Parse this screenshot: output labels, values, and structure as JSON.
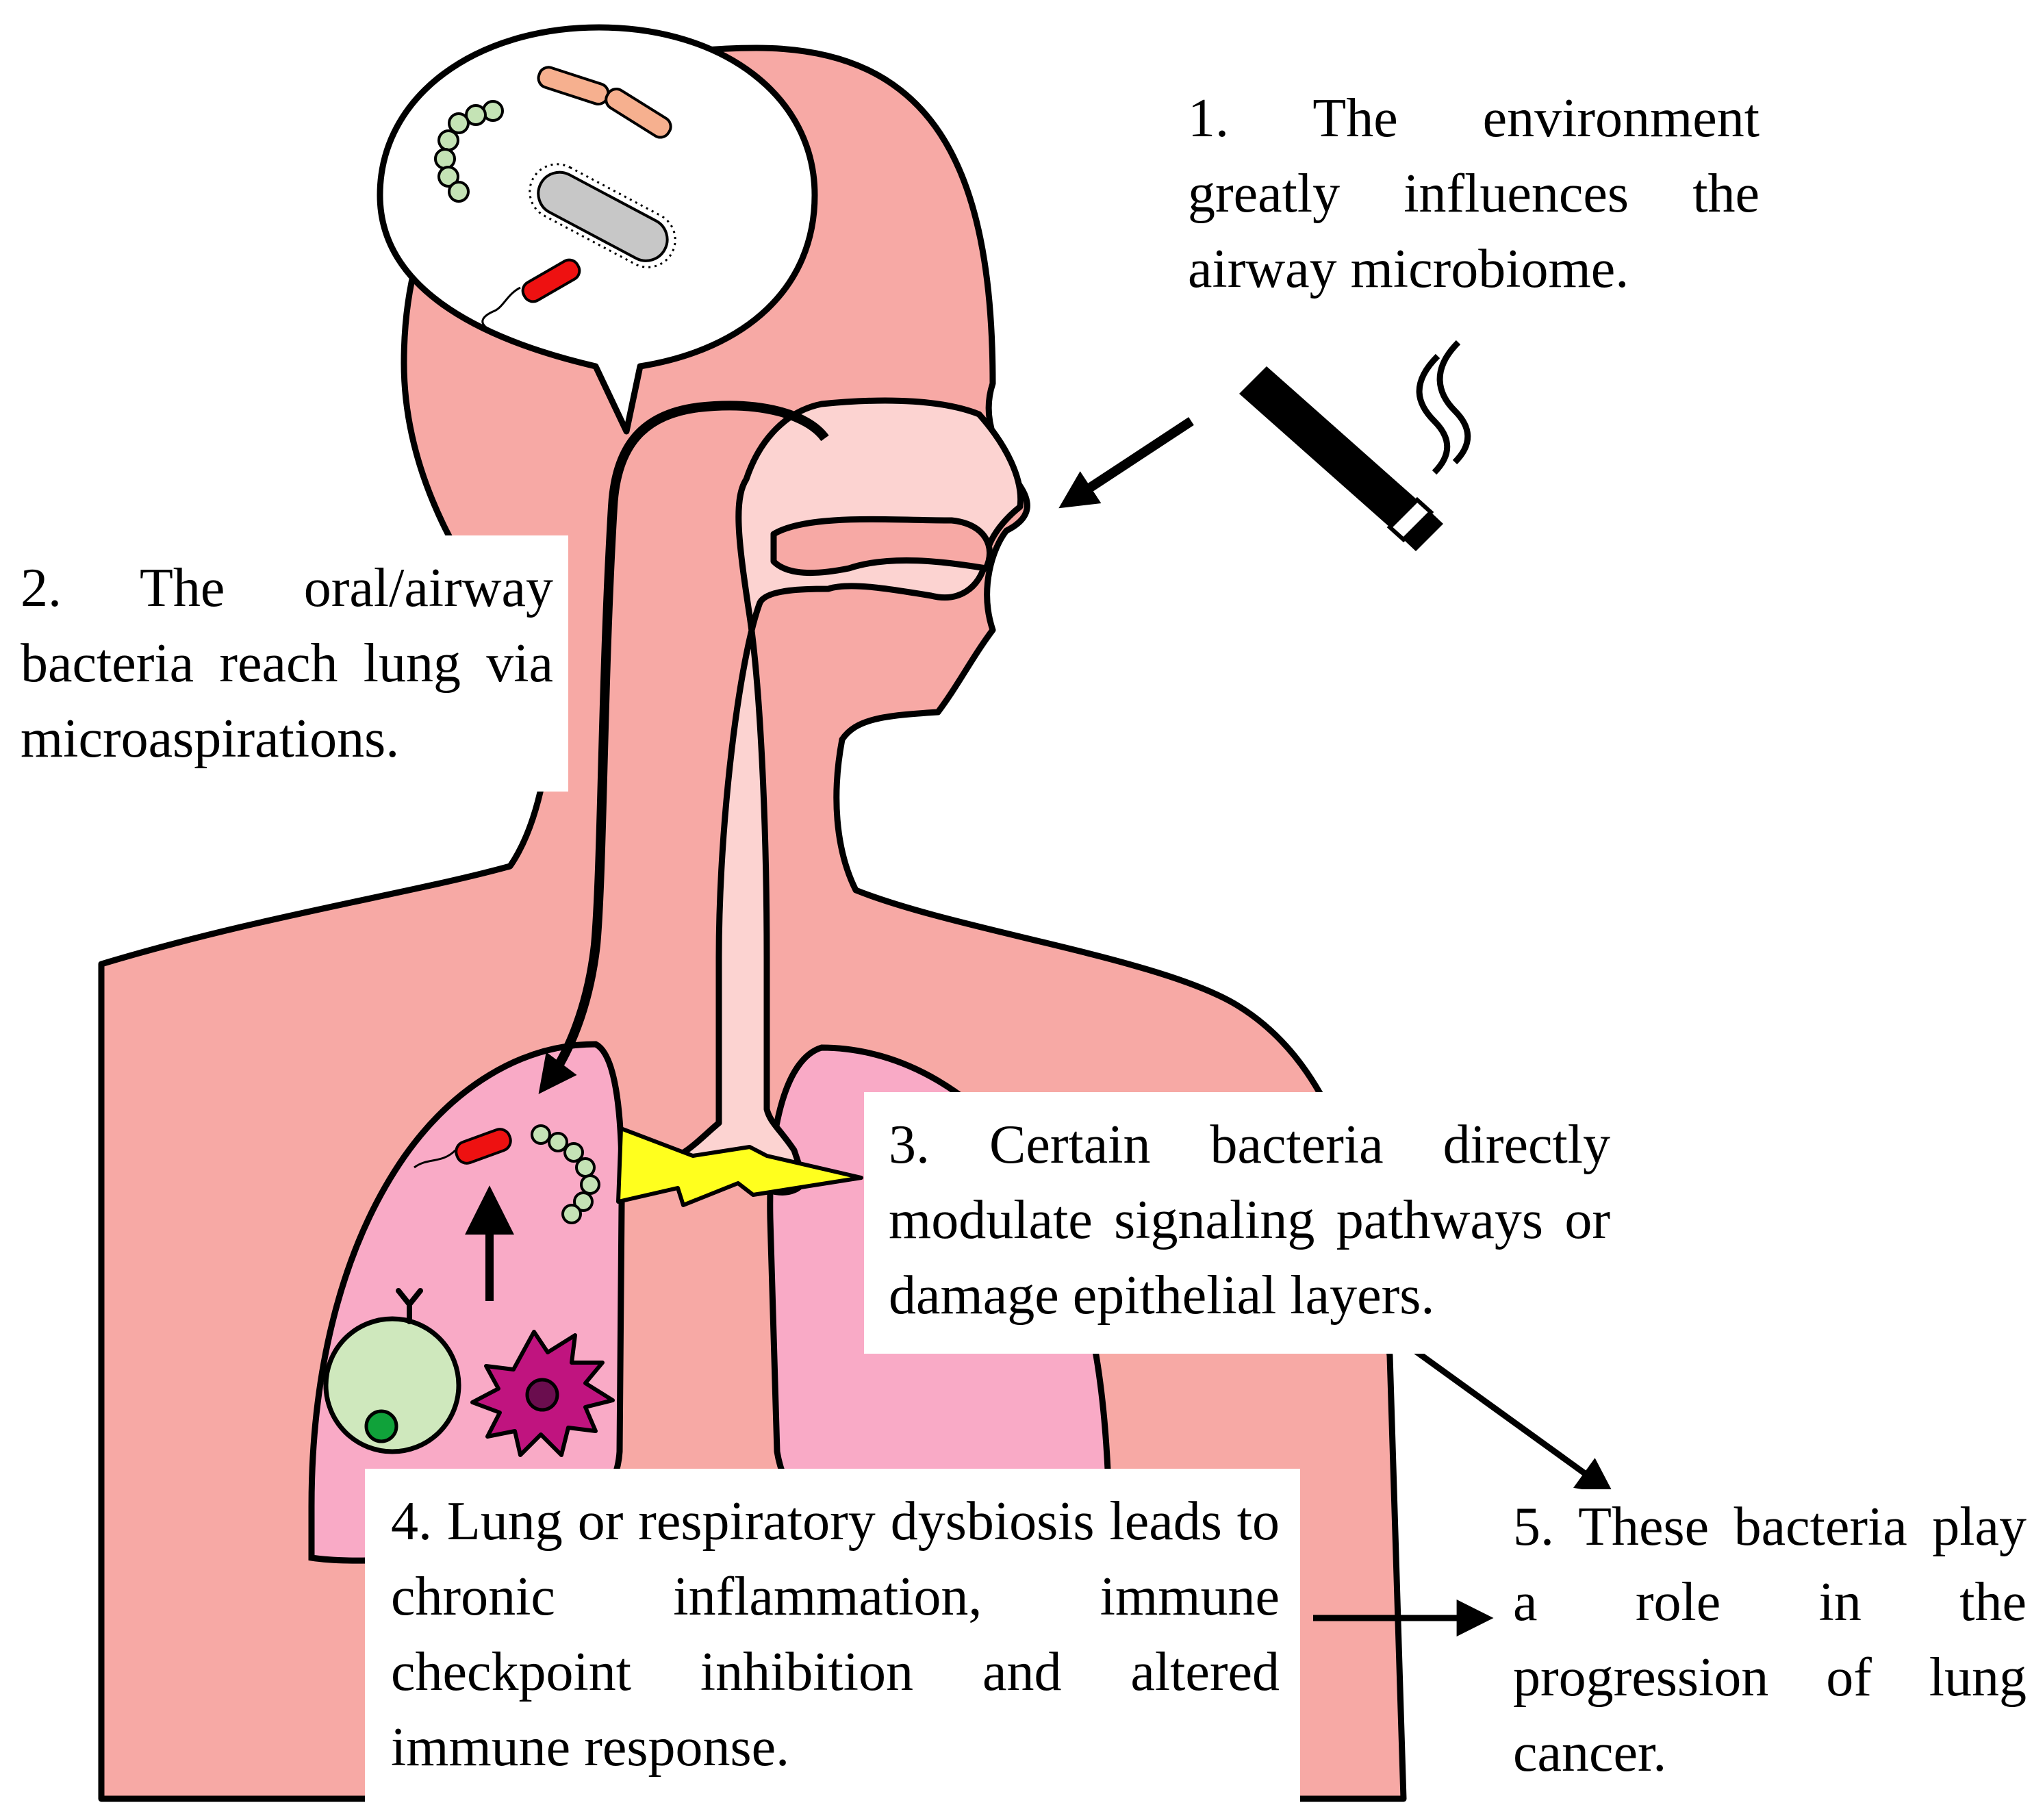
{
  "callouts": {
    "step1": "1. The environment greatly influences the airway microbiome.",
    "step2": "2. The oral/airway bacteria reach lung via microaspirations.",
    "step3": "3. Certain bacteria directly modulate signaling pathways or damage epithelial layers.",
    "step4": "4. Lung or respiratory dysbiosis leads to chronic inflammation, immune checkpoint inhibition and altered immune response.",
    "step5": "5. These bacteria play a role in the progression of lung cancer."
  },
  "colors": {
    "body": "#f7a9a5",
    "airway": "#fcd3d1",
    "lung": "#f9aac6",
    "outline": "#000000",
    "coccus": "#c4e3b5",
    "bacillus_orange": "#f6b08f",
    "bacillus_grey": "#c7c7c7",
    "bacillus_red": "#ee1111",
    "lymphocyte": "#cfe8bd",
    "lymphocyte_nucleus": "#10a23a",
    "dendritic_cell": "#c0147f",
    "dendritic_nucleus": "#6a0d4e",
    "lightning": "#ffff1e"
  },
  "icons": [
    "bacteria-bubble",
    "cigarette-icon",
    "smoke-icon",
    "lightning-icon",
    "lymphocyte-icon",
    "dendritic-cell-icon"
  ]
}
